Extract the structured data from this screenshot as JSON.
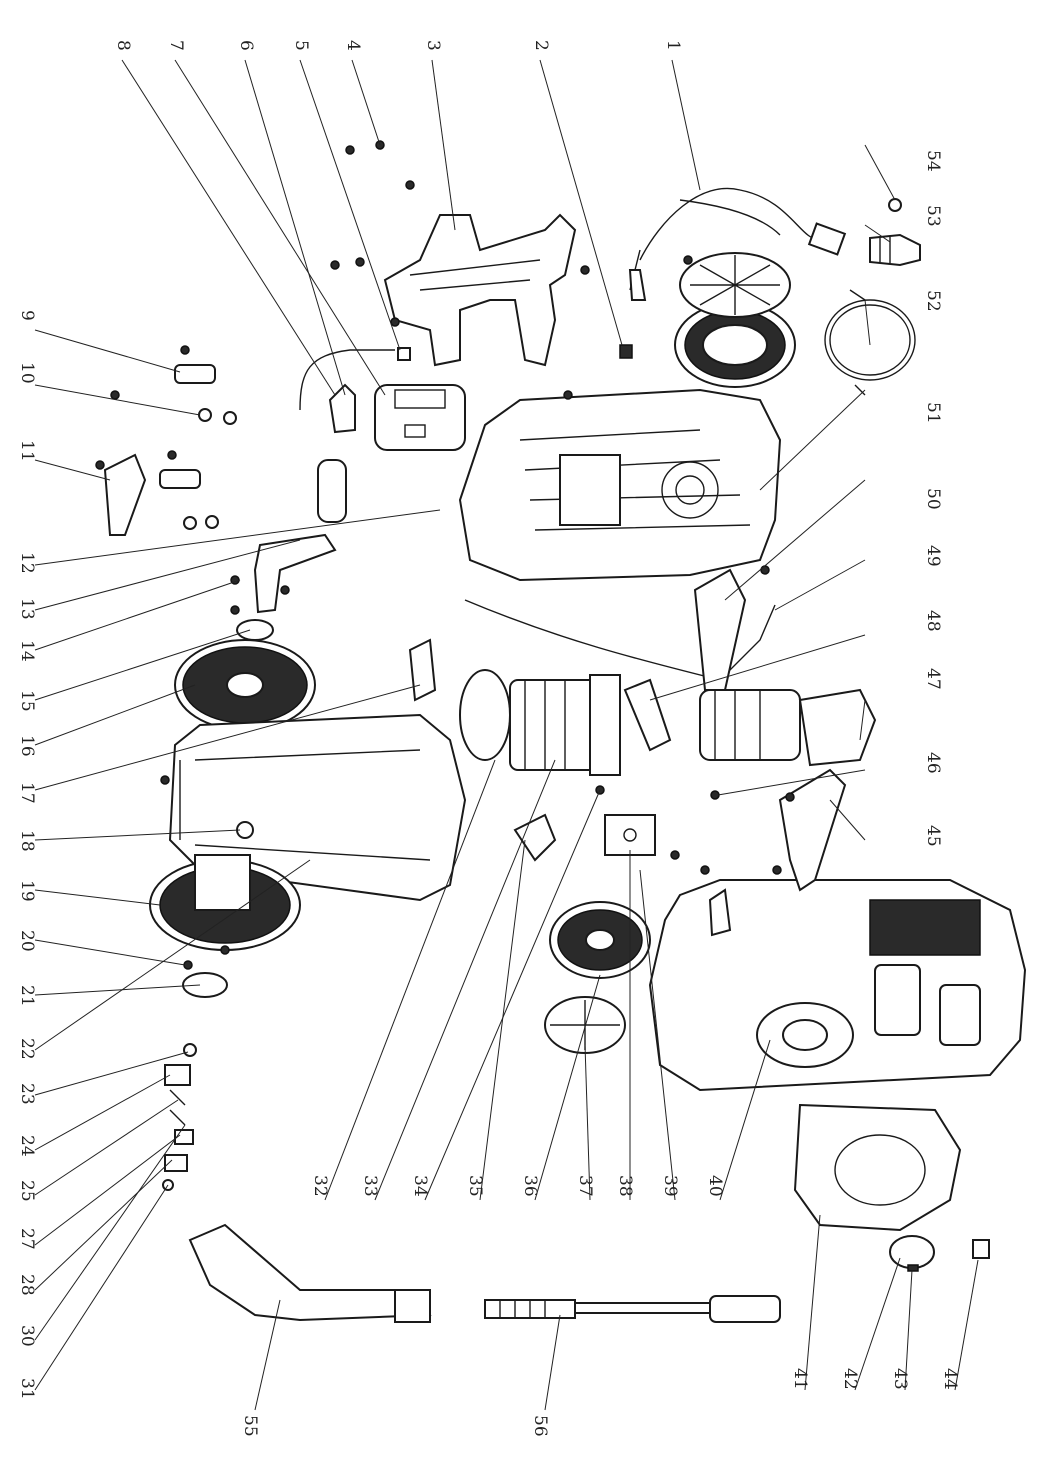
{
  "diagram": {
    "part_numbers_top": [
      "1",
      "2",
      "3",
      "4",
      "5",
      "6",
      "7",
      "8",
      "9",
      "10",
      "11",
      "54",
      "53",
      "52",
      "51",
      "50",
      "49",
      "48",
      "47",
      "46",
      "45"
    ],
    "part_numbers_left": [
      "12",
      "13",
      "14",
      "15",
      "16",
      "17",
      "18",
      "19",
      "20",
      "21",
      "22",
      "23",
      "24",
      "25",
      "27",
      "28",
      "30",
      "31",
      "55"
    ],
    "part_numbers_bottom": [
      "32",
      "33",
      "34",
      "35",
      "36",
      "37",
      "38",
      "39",
      "40",
      "41",
      "42",
      "43",
      "44",
      "56"
    ]
  }
}
